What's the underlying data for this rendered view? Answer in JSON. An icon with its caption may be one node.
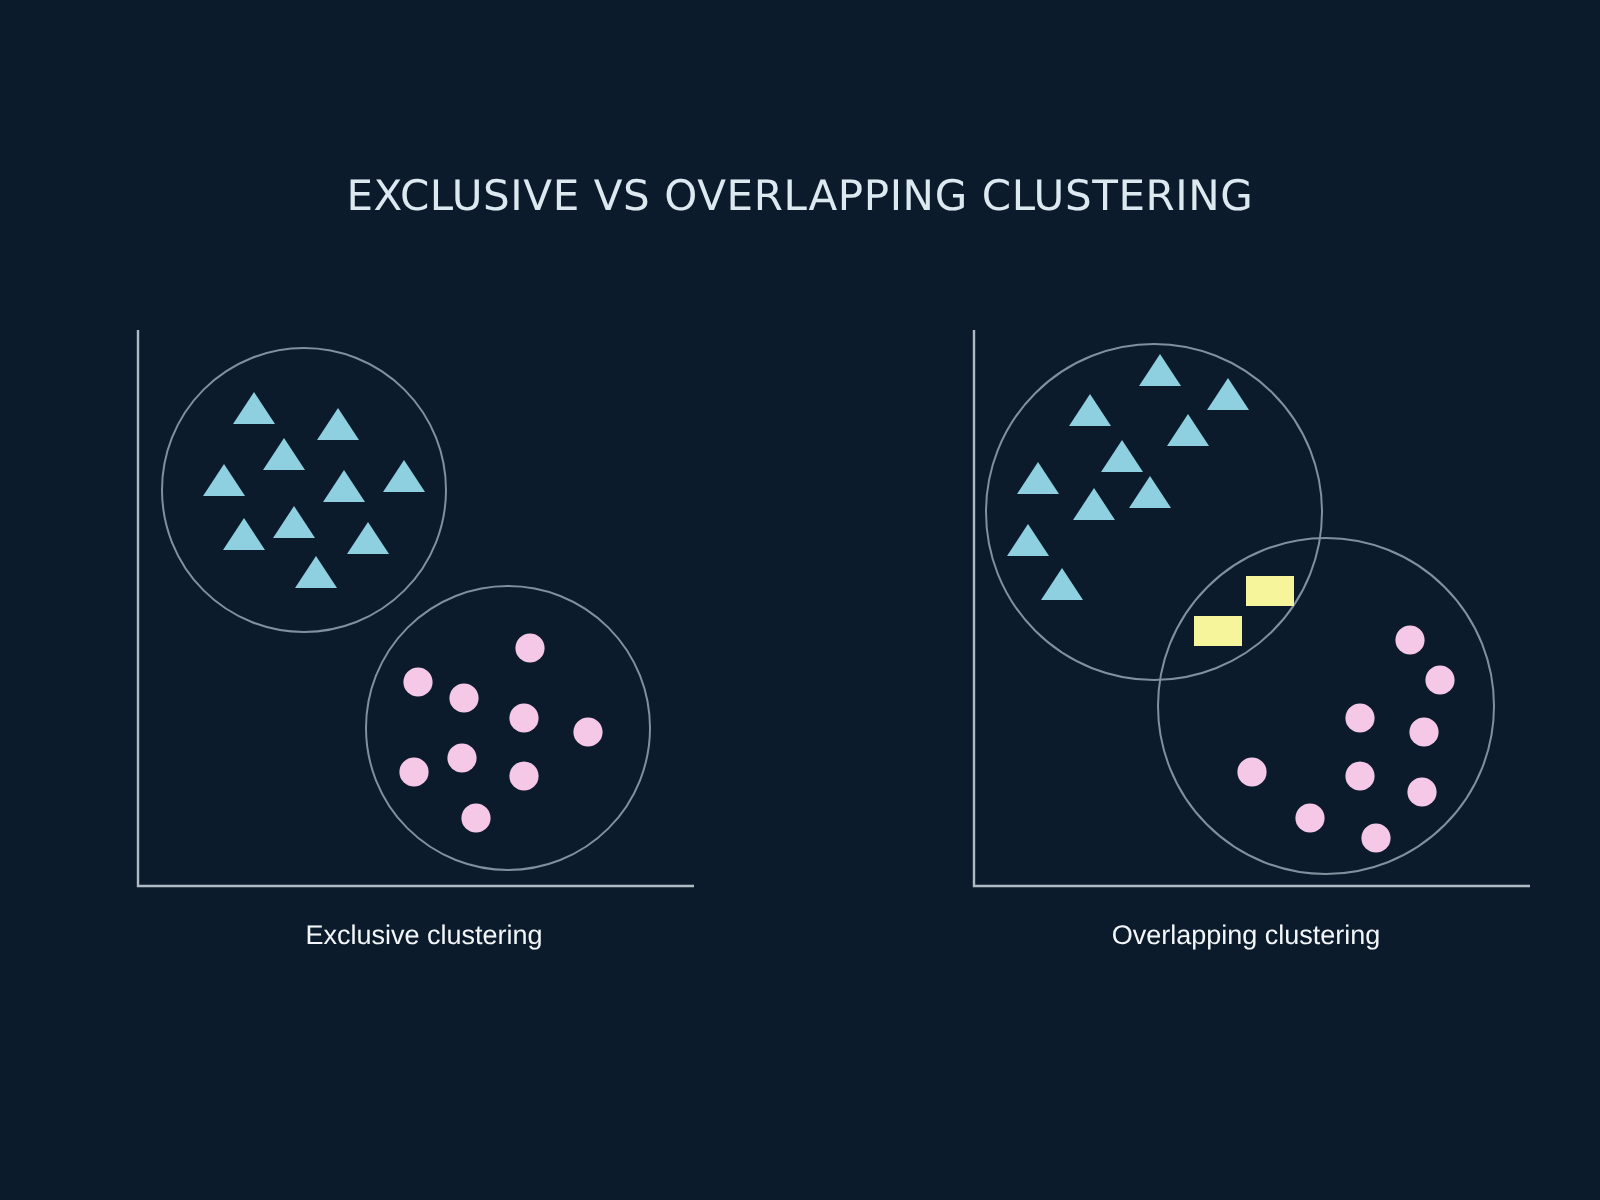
{
  "diagram": {
    "title": "EXCLUSIVE VS OVERLAPPING CLUSTERING",
    "labels": [
      "Exclusive clustering",
      "Overlapping clustering"
    ]
  }
}
